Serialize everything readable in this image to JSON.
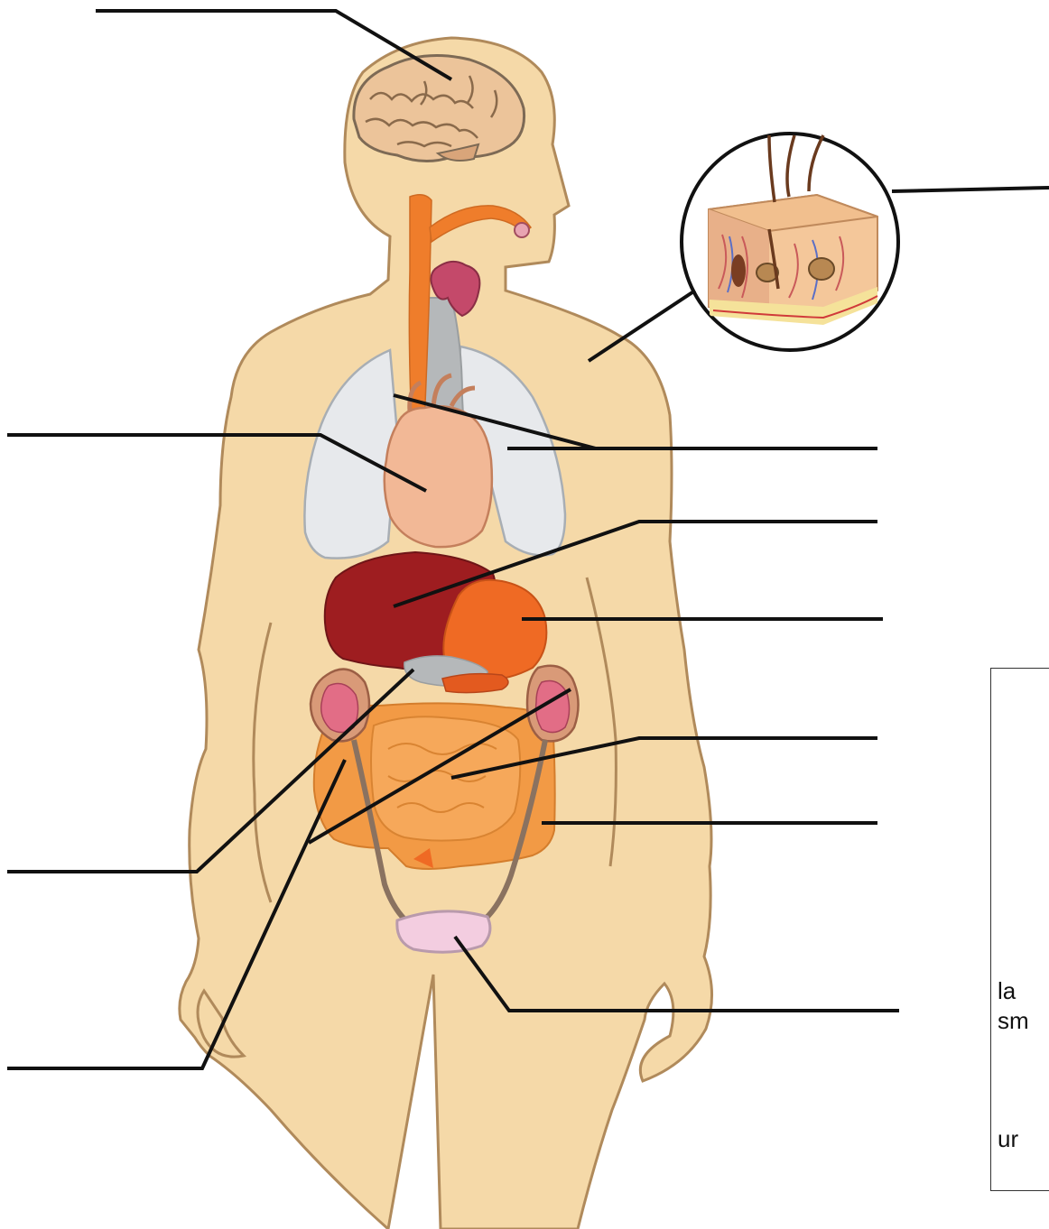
{
  "diagram": {
    "colors": {
      "skin": "#f5d9a8",
      "outline": "#b08a5b",
      "brain": "#ecc49a",
      "lungs": "#e7e9ec",
      "trachea": "#b5b8ba",
      "esophagus": "#ef7d2b",
      "heart": "#f2b896",
      "liver": "#9e1d20",
      "stomach": "#ef6a24",
      "intestine": "#f29a45",
      "kidney": "#e26d86",
      "bladder": "#f3cde0",
      "leader_line": "#111111"
    }
  },
  "word_box": {
    "fragments": [
      "la",
      "sm",
      "ur"
    ]
  }
}
